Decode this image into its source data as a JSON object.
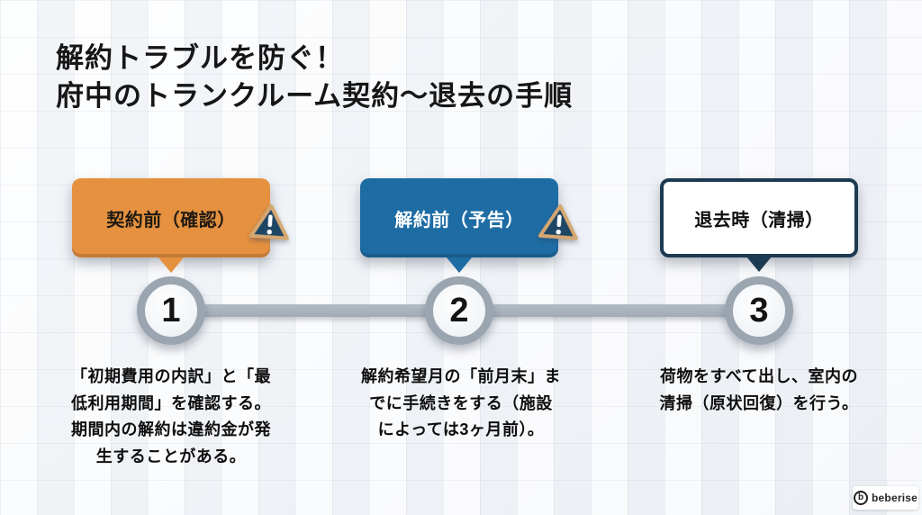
{
  "title": {
    "line1": "解約トラブルを防ぐ！",
    "line2": "府中のトランクルーム契約〜退去の手順"
  },
  "palette": {
    "background": "#F6F8FA",
    "grid_line": "#DDE3EA",
    "timeline_bar": "#A9B2BB",
    "circle_ring": "#9AA5B0",
    "circle_fill": "#F1F4F7",
    "warning_triangle_fill": "#1E4665",
    "warning_triangle_border": "#D5A772",
    "warning_exclamation": "#FFFFFF"
  },
  "steps": [
    {
      "number": "1",
      "label": "契約前（確認）",
      "label_color": "#201a12",
      "bubble_color": "#E5913F",
      "pointer_color": "#E5913F",
      "desc_lines": {
        "0": "「初期費用の内訳」と「最",
        "1": "低利用期間」を確認する。",
        "2": "期間内の解約は違約金が発",
        "3": "生することがある。"
      }
    },
    {
      "number": "2",
      "label": "解約前（予告）",
      "label_color": "#FFFFFF",
      "bubble_color": "#1E6CA4",
      "pointer_color": "#1E6CA4",
      "desc_lines": {
        "0": "解約希望月の「前月末」ま",
        "1": "でに手続きをする（施設",
        "2": "によっては3ヶ月前）。"
      }
    },
    {
      "number": "3",
      "label": "退去時（清掃）",
      "label_color": "#0e0e0e",
      "bubble_color": "#FFFFFF",
      "border_color": "#1C3A52",
      "pointer_color": "#1C3A52",
      "desc_lines": {
        "0": "荷物をすべて出し、室内の",
        "1": "清掃（原状回復）を行う。"
      }
    }
  ],
  "logo": {
    "icon_letter": "b",
    "text": "beberise"
  }
}
